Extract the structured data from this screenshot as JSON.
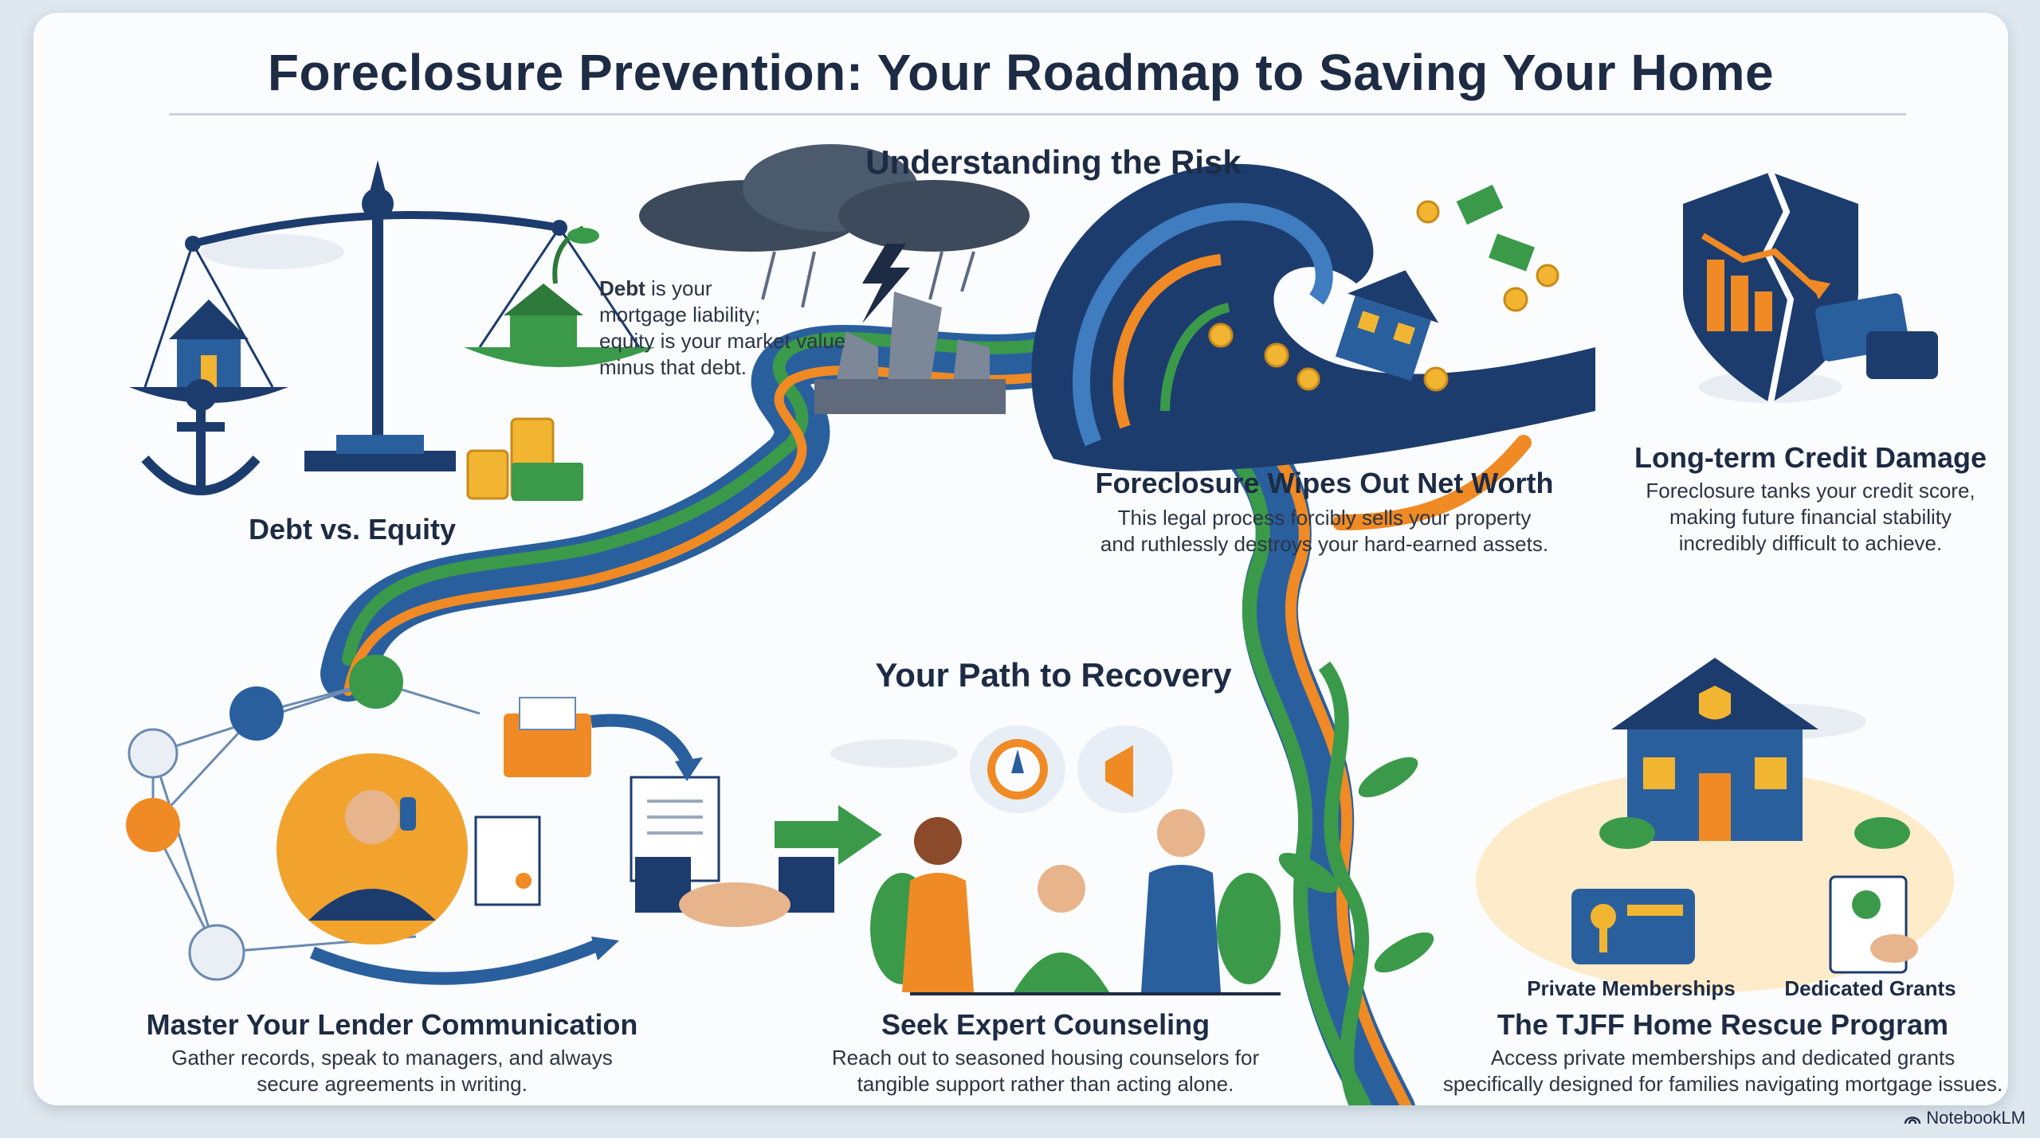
{
  "title": "Foreclosure Prevention: Your Roadmap to Saving Your Home",
  "risk_section": {
    "heading": "Understanding the Risk",
    "debt_note_bold": "Debt",
    "debt_note_rest": " is your",
    "debt_note_line2": "mortgage liability;",
    "debt_note_line3": "equity is your market value",
    "debt_note_line4": "minus that debt.",
    "debt_label": "Debt vs. Equity",
    "wipe_heading": "Foreclosure Wipes Out Net Worth",
    "wipe_line1": "This legal process forcibly sells your property",
    "wipe_line2": "and ruthlessly destroys your hard-earned assets.",
    "credit_heading": "Long-term Credit Damage",
    "credit_line1": "Foreclosure tanks your credit score,",
    "credit_line2": "making future financial stability",
    "credit_line3": "incredibly difficult to achieve."
  },
  "recovery_section": {
    "heading": "Your Path to Recovery",
    "lender_heading": "Master Your Lender Communication",
    "lender_line1": "Gather records, speak to managers, and always",
    "lender_line2": "secure agreements in writing.",
    "counsel_heading": "Seek Expert Counseling",
    "counsel_line1": "Reach out to seasoned housing counselors for",
    "counsel_line2": "tangible support rather than acting alone.",
    "private_label": "Private Memberships",
    "grants_label": "Dedicated Grants",
    "tjff_heading": "The TJFF Home Rescue Program",
    "tjff_line1": "Access private memberships and dedicated grants",
    "tjff_line2": "specifically designed for families navigating mortgage issues."
  },
  "brand": "NotebookLM",
  "colors": {
    "navy": "#1d3c6e",
    "blue": "#2a5f9e",
    "orange": "#f08a24",
    "green": "#3a9a4a",
    "gold": "#f2b531"
  }
}
